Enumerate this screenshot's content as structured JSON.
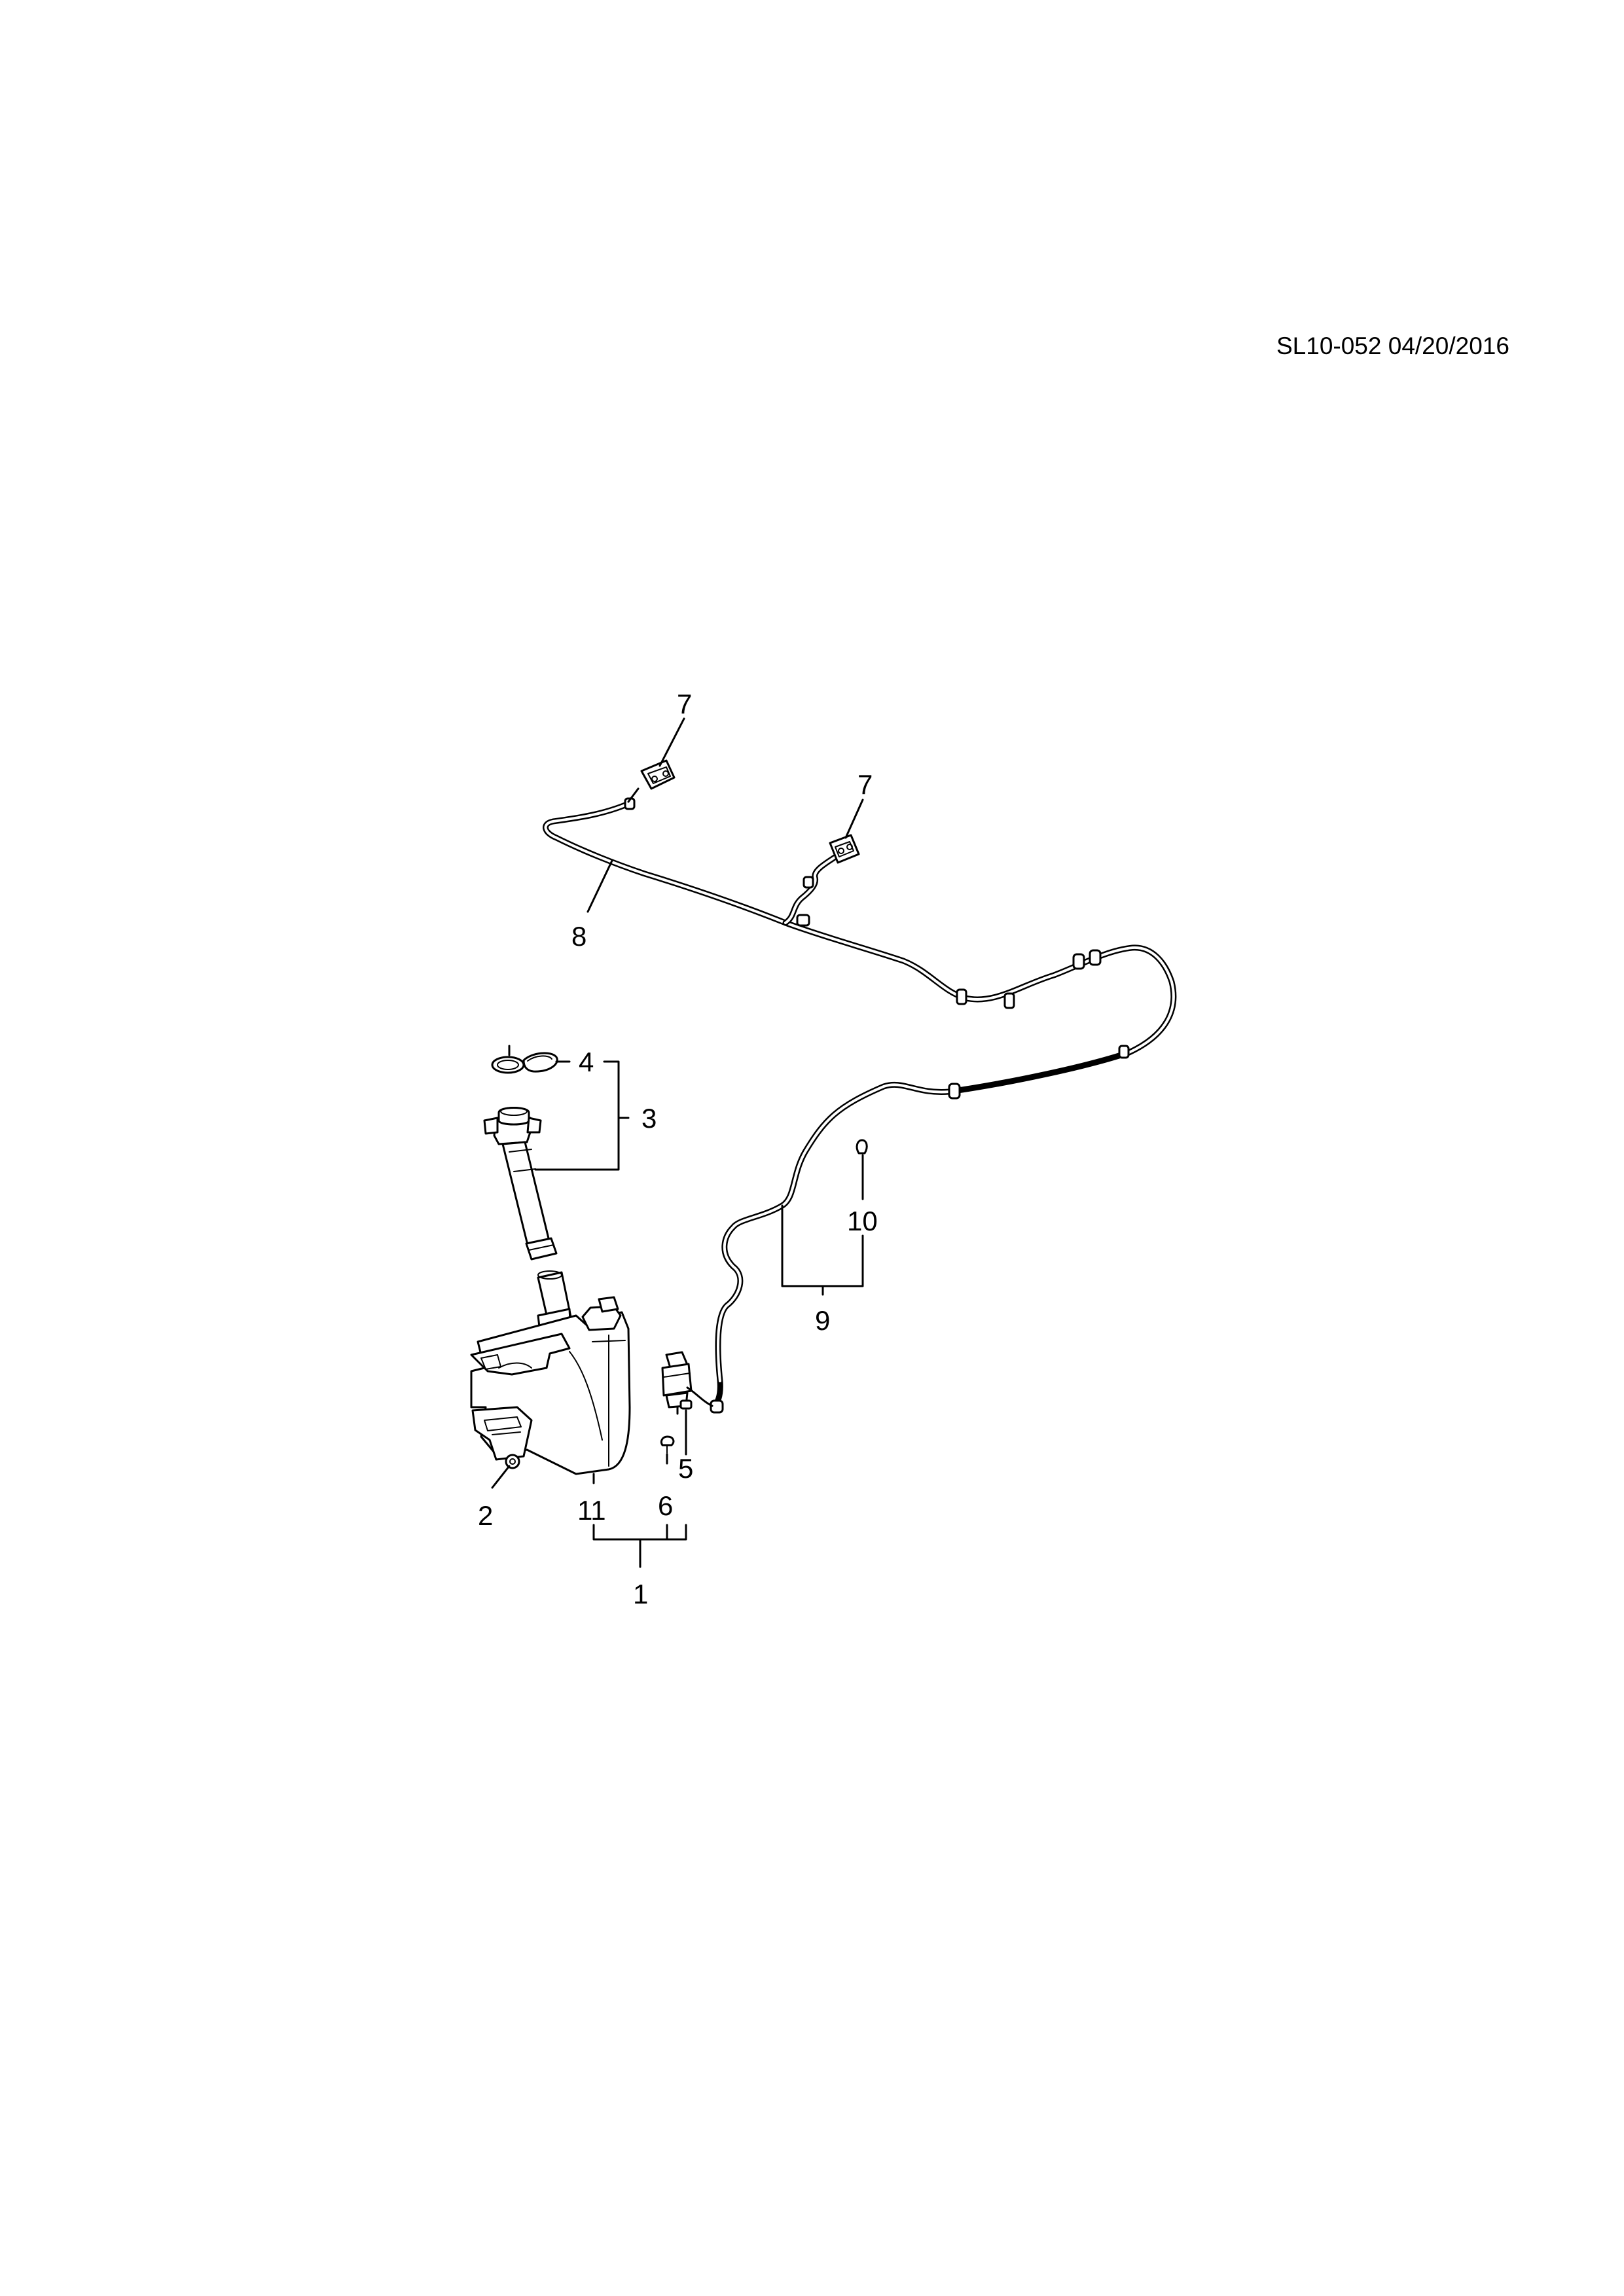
{
  "drawing_code": "SL10-052 04/20/2016",
  "callouts": {
    "c1": "1",
    "c2": "2",
    "c3": "3",
    "c4": "4",
    "c5": "5",
    "c6": "6",
    "c7a": "7",
    "c7b": "7",
    "c8": "8",
    "c9": "9",
    "c10": "10",
    "c11": "11"
  }
}
